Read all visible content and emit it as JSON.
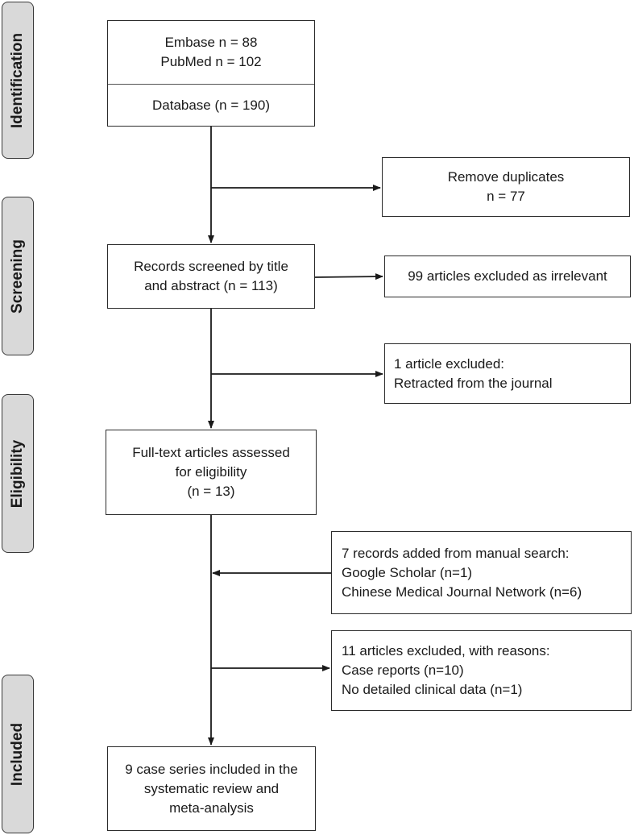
{
  "stages": {
    "identification": "Identification",
    "screening": "Screening",
    "eligibility": "Eligibility",
    "included": "Included"
  },
  "boxes": {
    "identification": {
      "sources": [
        "Embase n = 88",
        "PubMed n = 102"
      ],
      "total": "Database (n = 190)"
    },
    "duplicates": [
      "Remove duplicates",
      "n = 77"
    ],
    "screened": [
      "Records screened by title",
      "and abstract (n = 113)"
    ],
    "irrelevant": [
      "99 articles excluded as irrelevant"
    ],
    "retracted": [
      "1 article excluded:",
      "Retracted from the journal"
    ],
    "fulltext": [
      "Full-text articles assessed",
      "for eligibility",
      "(n = 13)"
    ],
    "manual": [
      "7 records added from manual search:",
      "Google Scholar (n=1)",
      "Chinese Medical Journal Network (n=6)"
    ],
    "excluded": [
      "11 articles excluded, with reasons:",
      "Case reports (n=10)",
      "No detailed clinical data (n=1)"
    ],
    "included": [
      "9 case series included in the",
      "systematic review and",
      "meta-analysis"
    ]
  }
}
